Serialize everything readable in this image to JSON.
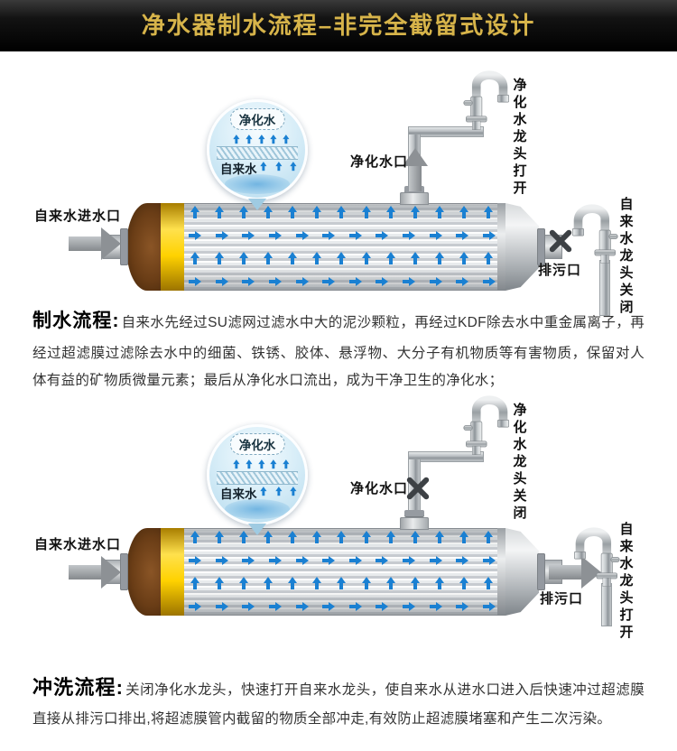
{
  "header": {
    "title": "净水器制水流程–非完全截留式设计"
  },
  "diagram_making": {
    "callout": {
      "purified_label": "净化水",
      "tap_label": "自来水"
    },
    "inlet_label": "自来水进水口",
    "outlet_label": "净化水口",
    "drain_label": "排污口",
    "top_faucet_label": "净化水龙头打开",
    "side_faucet_label": "自来水龙头关闭"
  },
  "diagram_flushing": {
    "callout": {
      "purified_label": "净化水",
      "tap_label": "自来水"
    },
    "inlet_label": "自来水进水口",
    "outlet_label": "净化水口",
    "drain_label": "排污口",
    "top_faucet_label": "净化水龙头关闭",
    "side_faucet_label": "自来水龙头打开"
  },
  "section_making": {
    "title": "制水流程:",
    "body": "自来水先经过SU滤网过滤水中大的泥沙颗粒，再经过KDF除去水中重金属离子，再经过超滤膜过滤除去水中的细菌、铁锈、胶体、悬浮物、大分子有机物质等有害物质，保留对人体有益的矿物质微量元素；最后从净化水口流出，成为干净卫生的净化水；"
  },
  "section_flushing": {
    "title": "冲洗流程:",
    "body": "关闭净化水龙头，快速打开自来水龙头，使自来水从进水口进入后快速冲过超滤膜直接从排污口排出,将超滤膜管内截留的物质全部冲走,有效防止超滤膜堵塞和产生二次污染。"
  },
  "colors": {
    "title_gold": "#d7b44a",
    "flow_blue": "#1a80d2",
    "band_yellow": "#ffd200",
    "cap_brown": "#6a3d16"
  }
}
